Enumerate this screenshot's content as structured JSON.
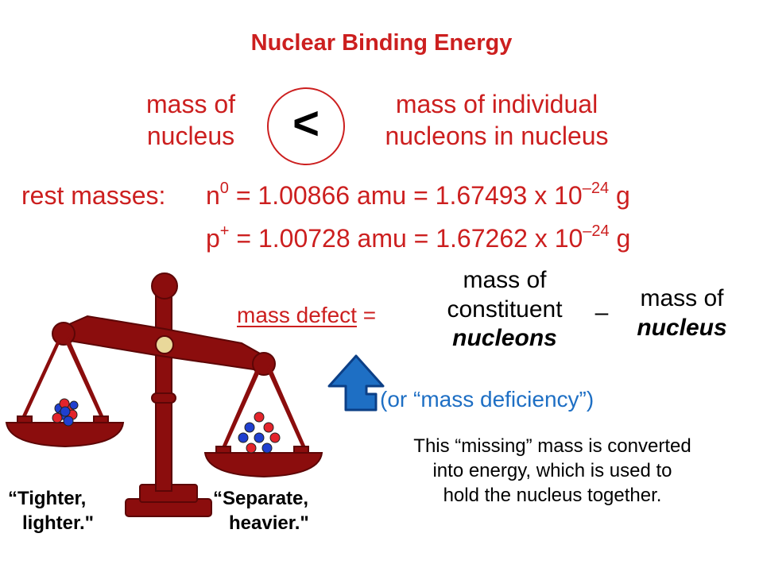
{
  "title": "Nuclear Binding Energy",
  "comparison": {
    "left": [
      "mass of",
      "nucleus"
    ],
    "symbol": "<",
    "right": [
      "mass of individual",
      "nucleons in nucleus"
    ]
  },
  "rest_masses": {
    "label": "rest masses:",
    "neutron": {
      "symbol": "n",
      "superscript": "0",
      "text": " = 1.00866 amu = 1.67493 x 10",
      "exponent": "–24",
      "unit": " g"
    },
    "proton": {
      "symbol": "p",
      "superscript": "+",
      "text": " = 1.00728 amu = 1.67262 x 10",
      "exponent": "–24",
      "unit": " g"
    }
  },
  "mass_defect": {
    "label": "mass defect",
    "equals": " =",
    "constituent": [
      "mass of",
      "constituent"
    ],
    "constituent_emph": "nucleons",
    "minus": "–",
    "nucleus": "mass of",
    "nucleus_emph": "nucleus",
    "alt_name": "(or “mass deficiency”)"
  },
  "explanation": [
    "This “missing” mass is converted",
    "into energy, which is used to",
    "hold the nucleus together."
  ],
  "scale": {
    "left_caption": [
      "“Tighter,",
      "lighter.\""
    ],
    "right_caption": [
      "“Separate,",
      "heavier.\""
    ]
  },
  "colors": {
    "accent_red": "#cc1f1f",
    "scale": "#8b0d0d",
    "arrow": "#1e6fc4",
    "proton": "#e3242b",
    "neutron": "#1f3fcf"
  }
}
